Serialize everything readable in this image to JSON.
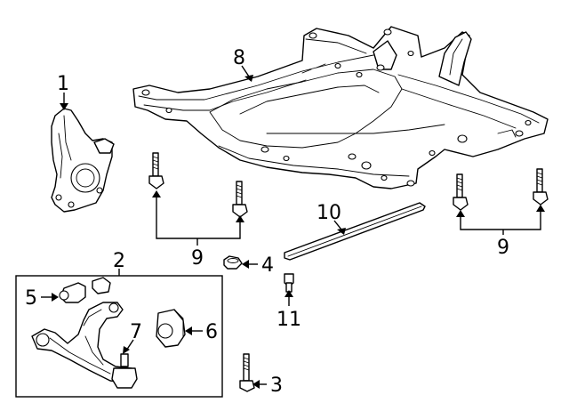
{
  "callouts": {
    "c1": "1",
    "c2": "2",
    "c3": "3",
    "c4": "4",
    "c5": "5",
    "c6": "6",
    "c7": "7",
    "c8": "8",
    "c9_left": "9",
    "c9_right": "9",
    "c10": "10",
    "c11": "11"
  }
}
